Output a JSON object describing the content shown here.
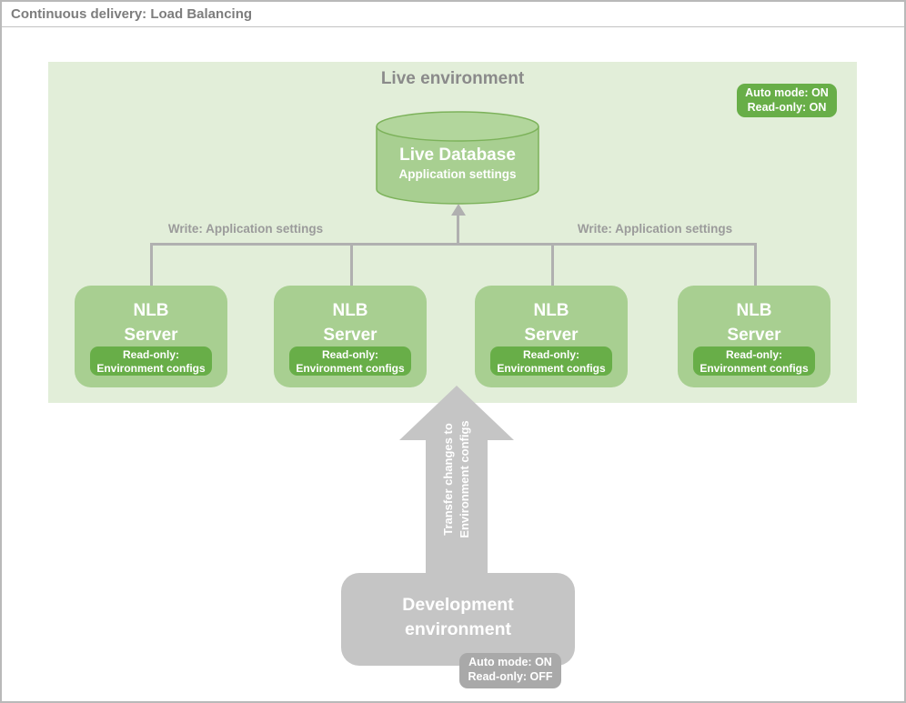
{
  "window": {
    "title": "Continuous delivery: Load Balancing"
  },
  "live_environment": {
    "title": "Live environment",
    "status_badge": {
      "line1": "Auto mode: ON",
      "line2": "Read-only: ON"
    },
    "database": {
      "title": "Live Database",
      "subtitle": "Application settings"
    },
    "write_label_left": "Write: Application settings",
    "write_label_right": "Write: Application settings",
    "servers": [
      {
        "name_line1": "NLB",
        "name_line2": "Server",
        "badge_line1": "Read-only:",
        "badge_line2": "Environment configs"
      },
      {
        "name_line1": "NLB",
        "name_line2": "Server",
        "badge_line1": "Read-only:",
        "badge_line2": "Environment configs"
      },
      {
        "name_line1": "NLB",
        "name_line2": "Server",
        "badge_line1": "Read-only:",
        "badge_line2": "Environment configs"
      },
      {
        "name_line1": "NLB",
        "name_line2": "Server",
        "badge_line1": "Read-only:",
        "badge_line2": "Environment configs"
      }
    ]
  },
  "transfer_arrow": {
    "label_line1": "Transfer changes to",
    "label_line2": "Environment configs"
  },
  "development_environment": {
    "title_line1": "Development",
    "title_line2": "environment",
    "status_badge": {
      "line1": "Auto mode: ON",
      "line2": "Read-only: OFF"
    }
  },
  "colors": {
    "panel_background": "#e2eed9",
    "node_green": "#a8cf91",
    "node_green_outline": "#7cb25a",
    "badge_green": "#68ae48",
    "connector_gray": "#b0b0b0",
    "arrow_gray": "#c5c5c5",
    "dev_badge_gray": "#a9a9a9",
    "heading_gray": "#7d7d7d",
    "label_gray": "#9b9b9b"
  }
}
